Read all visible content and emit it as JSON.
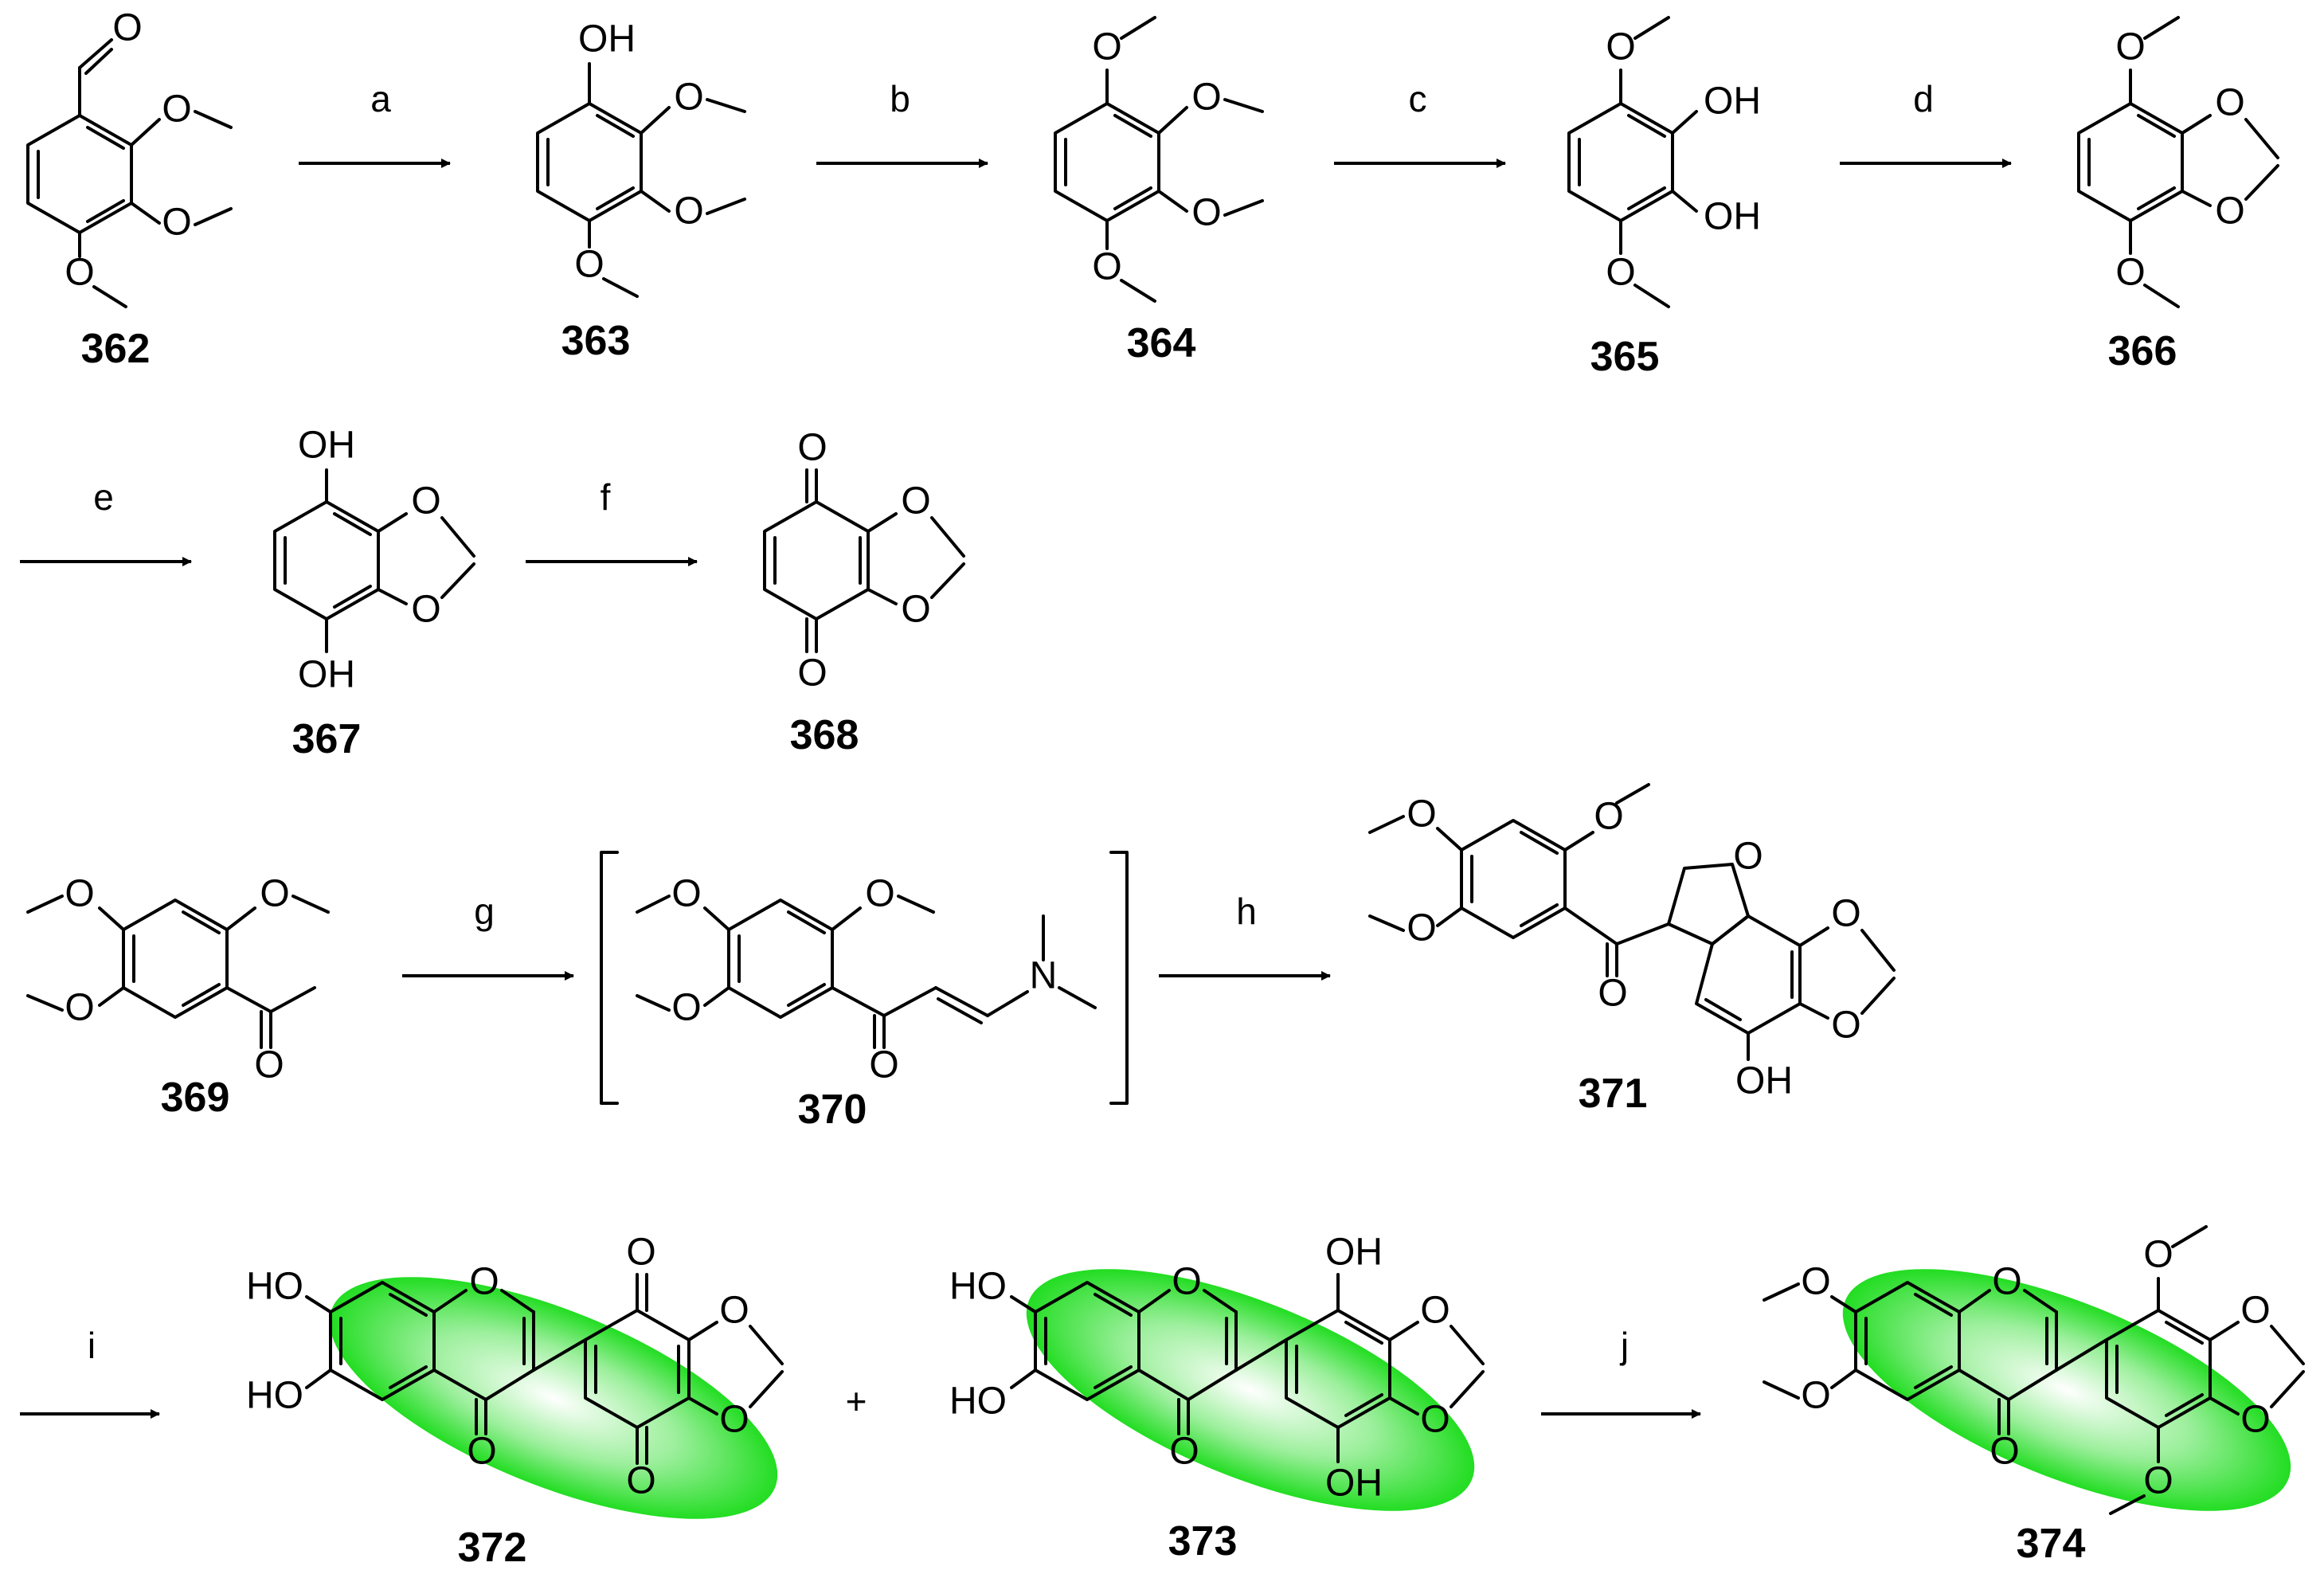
{
  "conditions": [
    "a",
    "b",
    "c",
    "d",
    "e",
    "f",
    "g",
    "h",
    "i",
    "j"
  ],
  "compounds": [
    "362",
    "363",
    "364",
    "365",
    "366",
    "367",
    "368",
    "369",
    "370",
    "371",
    "372",
    "373",
    "374"
  ],
  "atoms": {
    "O": "O",
    "OH": "OH",
    "HO": "HO",
    "N": "N"
  },
  "plus": "+",
  "colors": {
    "highlight": "#22dd22",
    "line": "#000000"
  }
}
